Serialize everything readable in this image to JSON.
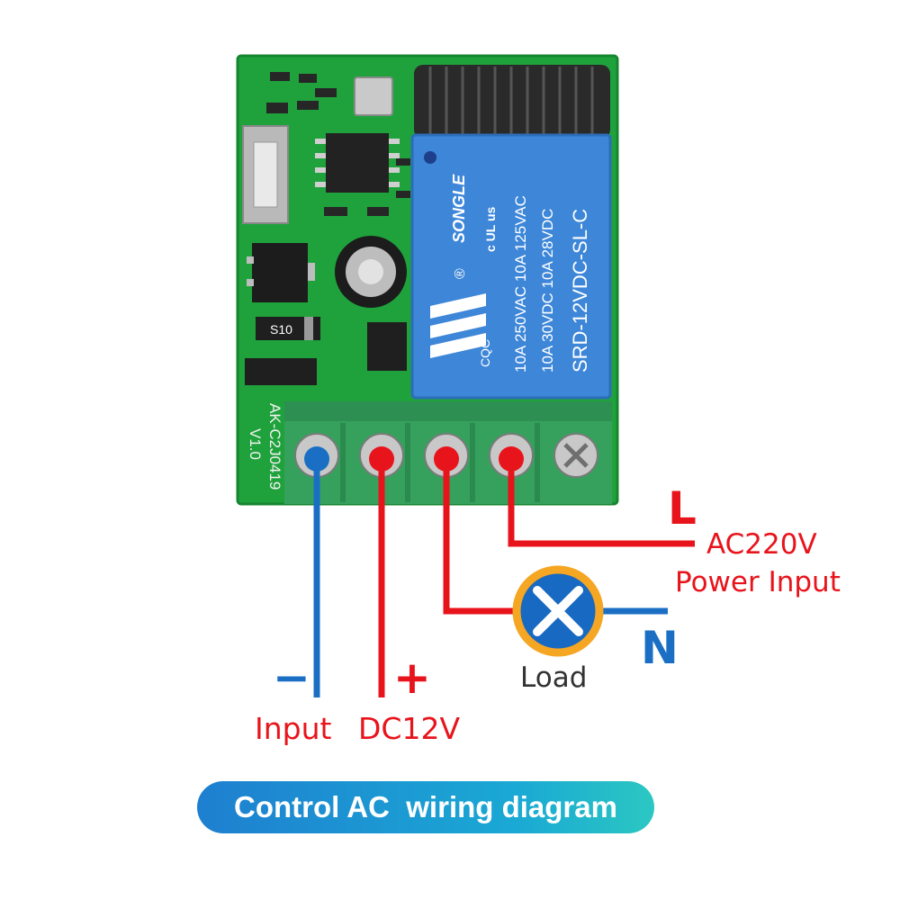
{
  "board": {
    "relay_brand": "SONGLE",
    "relay_rating_1": "10A 250VAC  10A 125VAC",
    "relay_rating_2": "10A 30VDC  10A 28VDC",
    "relay_model": "SRD-12VDC-SL-C",
    "relay_cqc": "CQC",
    "relay_ul": "c UL us",
    "relay_r": "®",
    "pcb_model": "AK-C2J0419",
    "pcb_version": "V1.0",
    "diode_marking": "S10"
  },
  "wiring": {
    "L": "L",
    "ac_voltage": "AC220V",
    "power_input": "Power Input",
    "N": "N",
    "load": "Load",
    "minus": "−",
    "plus": "+",
    "input": "Input",
    "dc_voltage": "DC12V"
  },
  "caption": "Control AC  wiring diagram",
  "colors": {
    "pcb_green": "#1fa23c",
    "relay_blue": "#3d86d8",
    "wire_red": "#e8141c",
    "wire_blue": "#1a6fc4",
    "lamp_orange": "#f5a623",
    "lamp_blue": "#1769c2"
  }
}
